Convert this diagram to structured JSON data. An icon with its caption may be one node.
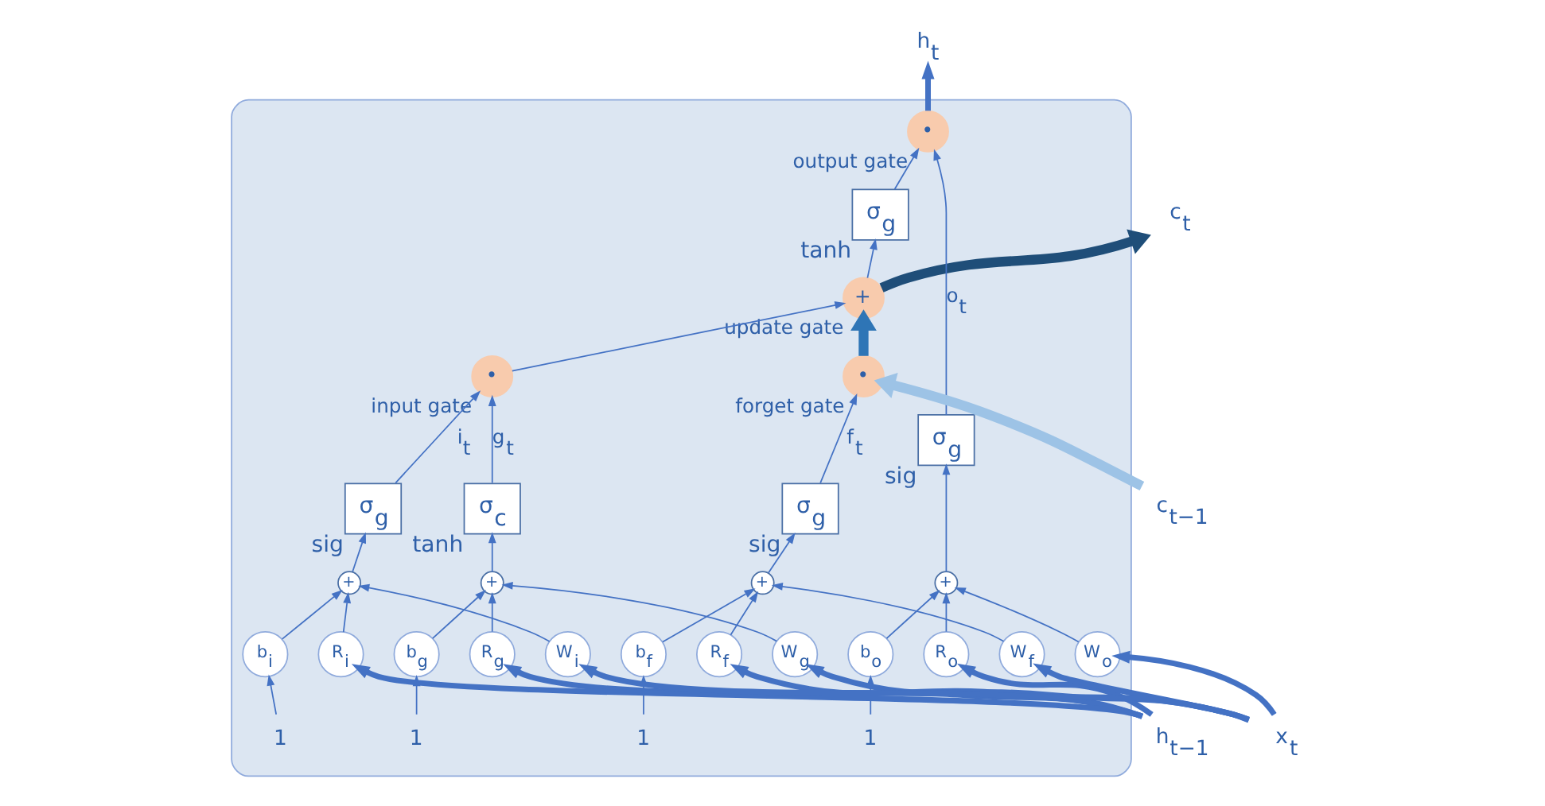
{
  "diagram": {
    "nodes": [
      {
        "text": [],
        "shape": "box"
      },
      {
        "text": [
          "c$_{t−1}$"
        ]
      },
      {
        "text": [
          "•"
        ],
        "beside": [
          "forget gate"
        ],
        "in": 0
      },
      {
        "text": [
          "+"
        ],
        "beside": [
          "update gate"
        ],
        "in": 0
      },
      {
        "text": [
          "c$_{t}$"
        ]
      },
      {
        "text": [
          "•"
        ],
        "beside": [
          "input gate"
        ],
        "in": 0
      },
      {
        "text": [
          "σ$_{g}$"
        ],
        "beside": [
          "tanh"
        ],
        "in": 0
      },
      {
        "text": [
          "•"
        ],
        "beside": [
          "output gate"
        ],
        "in": 0
      },
      {
        "text": [
          "h$_{t}$"
        ]
      },
      {
        "text": [
          "σ$_{g}$"
        ],
        "beside": [
          "sig"
        ],
        "in": 0
      },
      {
        "text": [
          "σ$_{c}$"
        ],
        "beside": [
          "tanh"
        ],
        "in": 0
      },
      {
        "text": [
          "σ$_{g}$"
        ],
        "beside": [
          "sig"
        ],
        "in": 0
      },
      {
        "text": [
          "σ$_{g}$"
        ],
        "beside": [
          "sig"
        ],
        "in": 0
      },
      {
        "text": [
          "+"
        ],
        "in": 0
      },
      {
        "text": [
          "+"
        ],
        "in": 0
      },
      {
        "text": [
          "+"
        ],
        "in": 0
      },
      {
        "text": [
          "+"
        ],
        "in": 0
      },
      {
        "text": [
          "b$_{f}$"
        ],
        "in": 0
      },
      {
        "text": [
          "b$_{g}$"
        ],
        "in": 0
      },
      {
        "text": [
          "b$_{i}$"
        ],
        "in": 0
      },
      {
        "text": [
          "b$_{o}$"
        ],
        "in": 0
      },
      {
        "text": [
          "1"
        ],
        "in": 0
      },
      {
        "text": [
          "1"
        ],
        "in": 0
      },
      {
        "text": [
          "1"
        ],
        "in": 0
      },
      {
        "text": [
          "1"
        ],
        "in": 0
      },
      {
        "text": [
          "W$_{f}$"
        ],
        "in": 0
      },
      {
        "text": [
          "R$_{f}$"
        ],
        "in": 0
      },
      {
        "text": [
          "W$_{g}$"
        ],
        "in": 0
      },
      {
        "text": [
          "R$_{g}$"
        ],
        "in": 0
      },
      {
        "text": [
          "W$_{i}$"
        ],
        "in": 0
      },
      {
        "text": [
          "R$_{i}$"
        ],
        "in": 0
      },
      {
        "text": [
          "W$_{o}$"
        ],
        "in": 0
      },
      {
        "text": [
          "R$_{o}$"
        ],
        "in": 0
      },
      {
        "text": [
          "h$_{t−1}$"
        ]
      },
      {
        "text": [
          "x$_{t}$"
        ]
      }
    ],
    "edges": [
      {
        "from": 1,
        "to": 2,
        "arrow": "to",
        "style": "thick",
        "color": "#9dc3e6"
      },
      {
        "from": 2,
        "to": 3,
        "arrow": "to",
        "style": "thick",
        "color": "#2e75b6"
      },
      {
        "from": 3,
        "to": 4,
        "arrow": "to",
        "style": "thick",
        "color": "#1f4e79"
      },
      {
        "from": 3,
        "to": 6,
        "arrow": "to"
      },
      {
        "from": 5,
        "to": 3,
        "arrow": "to"
      },
      {
        "from": 6,
        "to": 7,
        "arrow": "to"
      },
      {
        "from": 7,
        "to": 8,
        "arrow": "to",
        "style": "thick"
      },
      {
        "from": 9,
        "to": 2,
        "arrow": "to",
        "label": "f$_{t}$"
      },
      {
        "from": 10,
        "to": 5,
        "arrow": "to",
        "label": "g$_{t}$"
      },
      {
        "from": 11,
        "to": 5,
        "arrow": "to",
        "label": "i$_{t}$"
      },
      {
        "from": 12,
        "to": 7,
        "arrow": "to",
        "label": "o$_{t}$"
      },
      {
        "from": 13,
        "to": 9,
        "arrow": "to"
      },
      {
        "from": 14,
        "to": 10,
        "arrow": "to"
      },
      {
        "from": 15,
        "to": 11,
        "arrow": "to"
      },
      {
        "from": 16,
        "to": 12,
        "arrow": "to"
      },
      {
        "from": 17,
        "to": 13,
        "arrow": "to"
      },
      {
        "from": 18,
        "to": 14,
        "arrow": "to"
      },
      {
        "from": 19,
        "to": 15,
        "arrow": "to"
      },
      {
        "from": 20,
        "to": 16,
        "arrow": "to"
      },
      {
        "from": 21,
        "to": 17,
        "arrow": "to"
      },
      {
        "from": 22,
        "to": 18,
        "arrow": "to"
      },
      {
        "from": 23,
        "to": 19,
        "arrow": "to"
      },
      {
        "from": 24,
        "to": 20,
        "arrow": "to"
      },
      {
        "from": 25,
        "to": 13,
        "arrow": "to"
      },
      {
        "from": 26,
        "to": 13,
        "arrow": "to"
      },
      {
        "from": 27,
        "to": 14,
        "arrow": "to"
      },
      {
        "from": 28,
        "to": 14,
        "arrow": "to"
      },
      {
        "from": 29,
        "to": 15,
        "arrow": "to"
      },
      {
        "from": 30,
        "to": 15,
        "arrow": "to"
      },
      {
        "from": 31,
        "to": 16,
        "arrow": "to"
      },
      {
        "from": 32,
        "to": 16,
        "arrow": "to"
      },
      {
        "from": 33,
        "to": 26,
        "arrow": "to",
        "style": "thick"
      },
      {
        "from": 33,
        "to": 28,
        "arrow": "to",
        "style": "thick"
      },
      {
        "from": 33,
        "to": 30,
        "arrow": "to",
        "style": "thick"
      },
      {
        "from": 33,
        "to": 32,
        "arrow": "to",
        "style": "thick"
      },
      {
        "from": 34,
        "to": 25,
        "arrow": "to",
        "style": "thick"
      },
      {
        "from": 34,
        "to": 27,
        "arrow": "to",
        "style": "thick"
      },
      {
        "from": 34,
        "to": 29,
        "arrow": "to",
        "style": "thick"
      },
      {
        "from": 34,
        "to": 31,
        "arrow": "to",
        "style": "thick"
      }
    ]
  }
}
